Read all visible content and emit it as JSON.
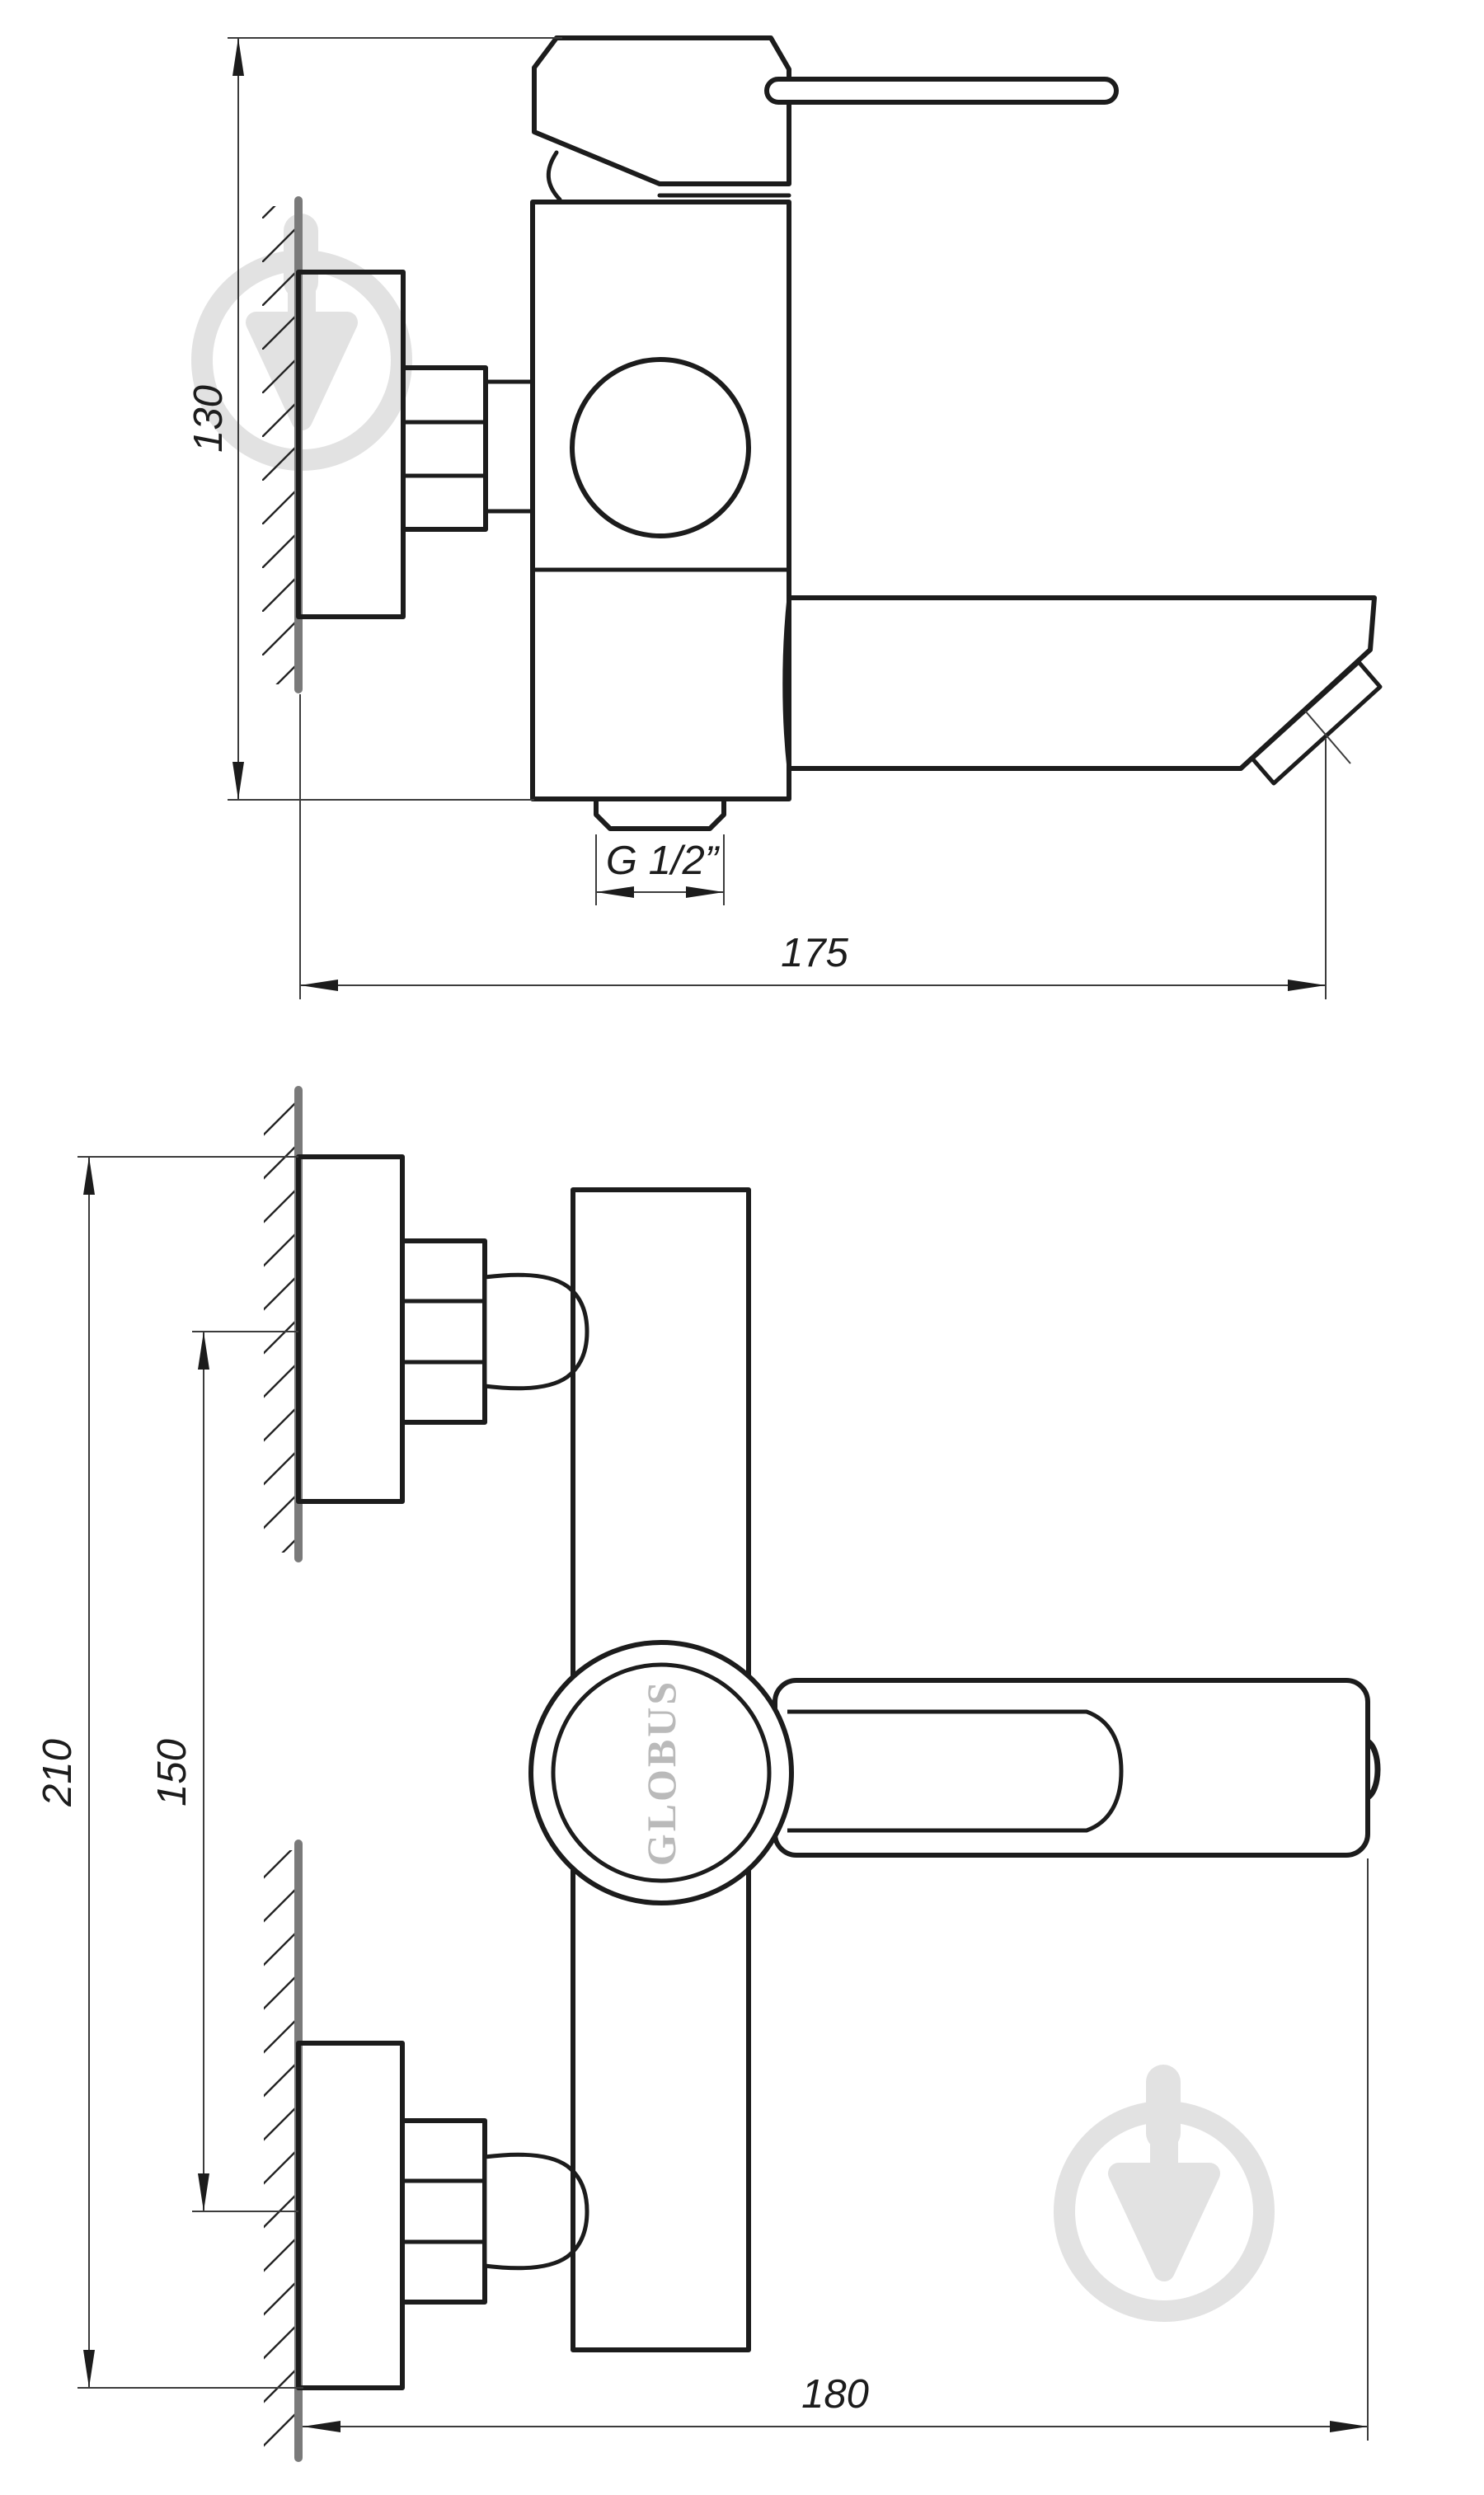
{
  "side_view": {
    "height_label": "130",
    "thread_label": "G 1/2”",
    "reach_label": "175"
  },
  "front_view": {
    "mounting_span_label": "210",
    "inlet_spacing_label": "150",
    "width_label": "180",
    "handle_brand_label": "GLOBUS"
  },
  "watermark": {
    "icon": "globus-shower-logo"
  },
  "colors": {
    "line": "#1c1c1c",
    "thin_line": "#3c3c3c",
    "wall": "#7a7a7a",
    "watermark": "#e2e2e2",
    "brand_text": "#bababa",
    "background": "#ffffff"
  }
}
